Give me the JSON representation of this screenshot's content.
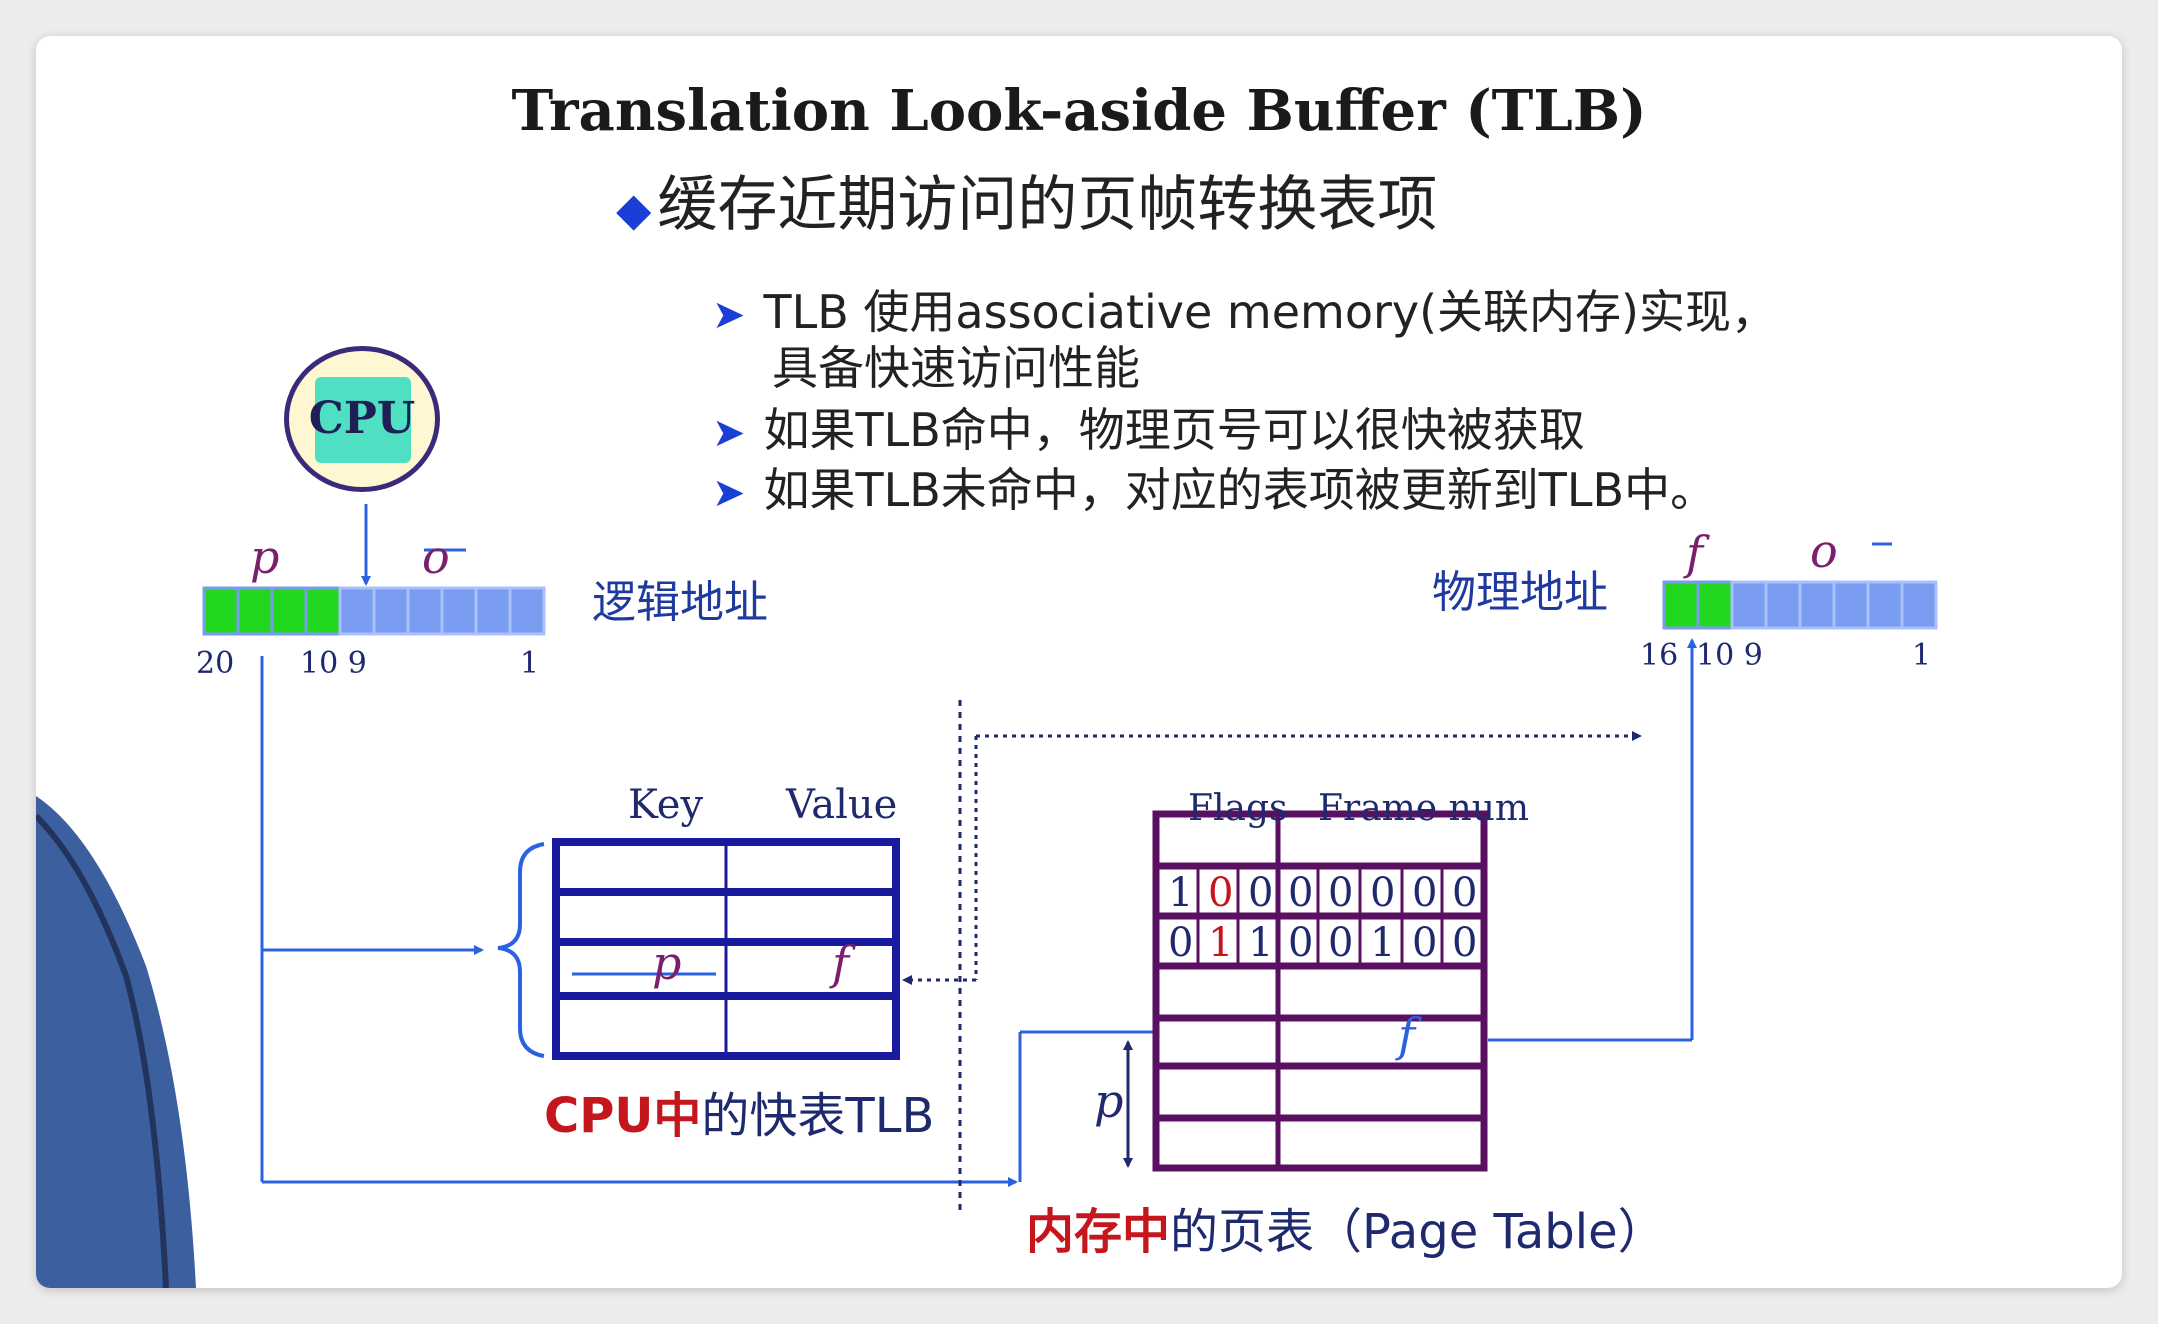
{
  "title": "Translation Look-aside Buffer (TLB)",
  "bullets": {
    "main": "缓存近期访问的页帧转换表项",
    "sub1_line1": "TLB 使用associative memory(关联内存)实现，",
    "sub1_line2": "具备快速访问性能",
    "sub2": "如果TLB命中，物理页号可以很快被获取",
    "sub3": "如果TLB未命中，对应的表项被更新到TLB中。"
  },
  "cpu": {
    "label": "CPU"
  },
  "logical_address": {
    "label": "逻辑地址",
    "p": "p",
    "o": "o",
    "bit_labels": [
      "20",
      "10 9",
      "1"
    ]
  },
  "physical_address": {
    "label": "物理地址",
    "f": "f",
    "o": "o",
    "bit_labels": [
      "16",
      "10 9",
      "1"
    ]
  },
  "tlb": {
    "col_key": "Key",
    "col_value": "Value",
    "row_p": "p",
    "row_f": "f",
    "caption_red": "CPU中",
    "caption_rest": "的快表TLB"
  },
  "page_table": {
    "col_flags": "Flags",
    "col_frame": "Frame num",
    "row1_bits": [
      "1",
      "0",
      "0",
      "0",
      "0",
      "0",
      "0",
      "0"
    ],
    "row2_bits": [
      "0",
      "1",
      "1",
      "0",
      "0",
      "1",
      "0",
      "0"
    ],
    "row_f": "f",
    "p_label": "p",
    "caption_red": "内存中",
    "caption_rest": "的页表（Page Table）"
  },
  "colors": {
    "accent_blue": "#1a3fd6",
    "green_bit": "#22d81e",
    "blue_bit": "#7a9cf0",
    "table_border": "#1a1a9e",
    "page_table_border": "#5a1060",
    "highlight_red": "#c4161c"
  }
}
